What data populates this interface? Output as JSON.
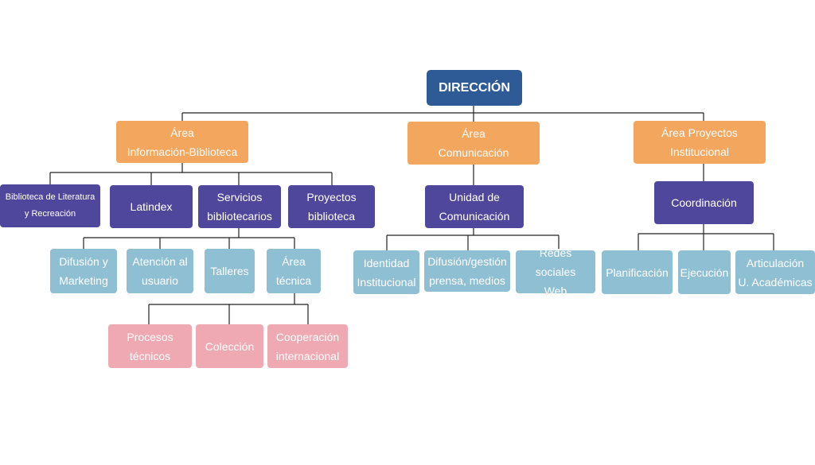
{
  "colors": {
    "top": "#2e5a96",
    "area": "#f2a65e",
    "unit": "#4f479b",
    "sub": "#8fbfd3",
    "leaf": "#eea9b2",
    "line": "#222222"
  },
  "nodes": {
    "direccion": "DIRECCIÓN",
    "area_info": "Área\nInformación-Biblioteca",
    "area_com": "Área\nComunicación",
    "area_proy": "Área Proyectos\nInstitucional",
    "bib_lit": "Biblioteca de Literatura\ny Recreación",
    "latindex": "Latindex",
    "servicios": "Servicios\nbibliotecarios",
    "proyectos_bib": "Proyectos\nbiblioteca",
    "difusion_mkt": "Difusión y\nMarketing",
    "atencion": "Atención al\nusuario",
    "talleres": "Talleres",
    "area_tecnica": "Área\ntécnica",
    "procesos": "Procesos\ntécnicos",
    "coleccion": "Colección",
    "cooperacion": "Cooperación\ninternacional",
    "unidad_com": "Unidad de\nComunicación",
    "identidad": "Identidad\nInstitucional",
    "difusion_prensa": "Difusión/gestión\nprensa, medios",
    "redes": "Redes sociales\nWeb",
    "coordinacion": "Coordinación",
    "planificacion": "Planificación",
    "ejecucion": "Ejecución",
    "articulacion": "Articulación\nU. Académicas"
  }
}
